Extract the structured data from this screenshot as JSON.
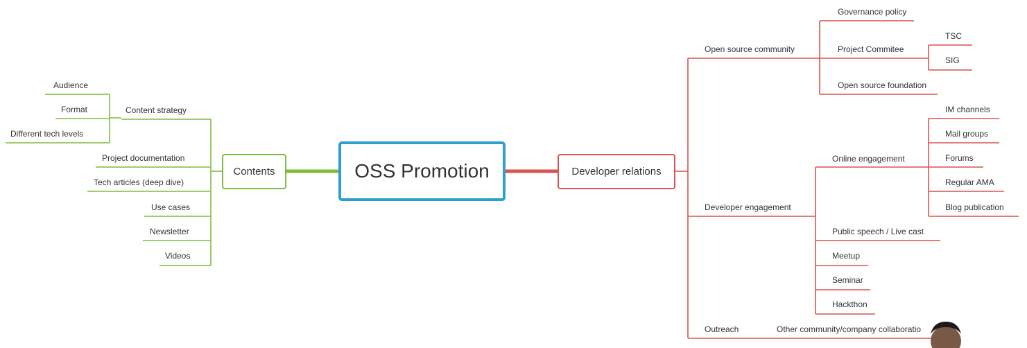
{
  "root": {
    "label": "OSS Promotion"
  },
  "left": {
    "label": "Contents",
    "color": "#7cbd3c",
    "content_strategy": {
      "label": "Content strategy",
      "children": [
        "Audience",
        "Format",
        "Different tech levels"
      ]
    },
    "items": [
      "Project documentation",
      "Tech articles (deep dive)",
      "Use cases",
      "Newsletter",
      "Videos"
    ]
  },
  "right": {
    "label": "Developer relations",
    "color": "#d9534f",
    "open_source_community": {
      "label": "Open source community",
      "governance": "Governance policy",
      "project_committee": {
        "label": "Project Commitee",
        "children": [
          "TSC",
          "SIG"
        ]
      },
      "foundation": "Open source foundation"
    },
    "developer_engagement": {
      "label": "Developer engagement",
      "online": {
        "label": "Online engagement",
        "children": [
          "IM channels",
          "Mail groups",
          "Forums",
          "Regular AMA",
          "Blog publication"
        ]
      },
      "others": [
        "Public speech / Live cast",
        "Meetup",
        "Seminar",
        "Hackthon"
      ]
    },
    "outreach": {
      "label": "Outreach",
      "child": "Other community/company collaboratio"
    }
  },
  "colors": {
    "root_border": "#2ea0d0",
    "green": "#7cbd3c",
    "red": "#d9534f"
  }
}
